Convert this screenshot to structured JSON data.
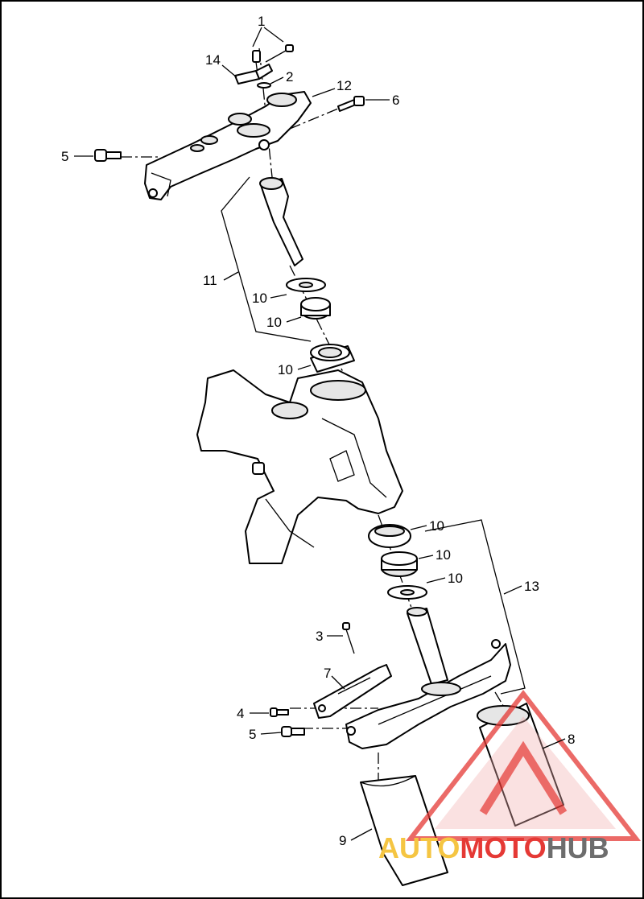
{
  "callouts": [
    {
      "id": "c1",
      "text": "1"
    },
    {
      "id": "c14",
      "text": "14"
    },
    {
      "id": "c2",
      "text": "2"
    },
    {
      "id": "c12",
      "text": "12"
    },
    {
      "id": "c6",
      "text": "6"
    },
    {
      "id": "c5a",
      "text": "5"
    },
    {
      "id": "c11",
      "text": "11"
    },
    {
      "id": "c10a",
      "text": "10"
    },
    {
      "id": "c10b",
      "text": "10"
    },
    {
      "id": "c10c",
      "text": "10"
    },
    {
      "id": "c10d",
      "text": "10"
    },
    {
      "id": "c10e",
      "text": "10"
    },
    {
      "id": "c10f",
      "text": "10"
    },
    {
      "id": "c13",
      "text": "13"
    },
    {
      "id": "c3",
      "text": "3"
    },
    {
      "id": "c7",
      "text": "7"
    },
    {
      "id": "c4",
      "text": "4"
    },
    {
      "id": "c5b",
      "text": "5"
    },
    {
      "id": "c8",
      "text": "8"
    },
    {
      "id": "c9",
      "text": "9"
    }
  ],
  "watermark": {
    "part1": "AUTO",
    "part2": "MOTO",
    "part3": "HUB",
    "color_auto": "#f5c542",
    "color_moto": "#e53935",
    "color_hub": "#6d6d6d",
    "logo_color": "#e53935"
  }
}
